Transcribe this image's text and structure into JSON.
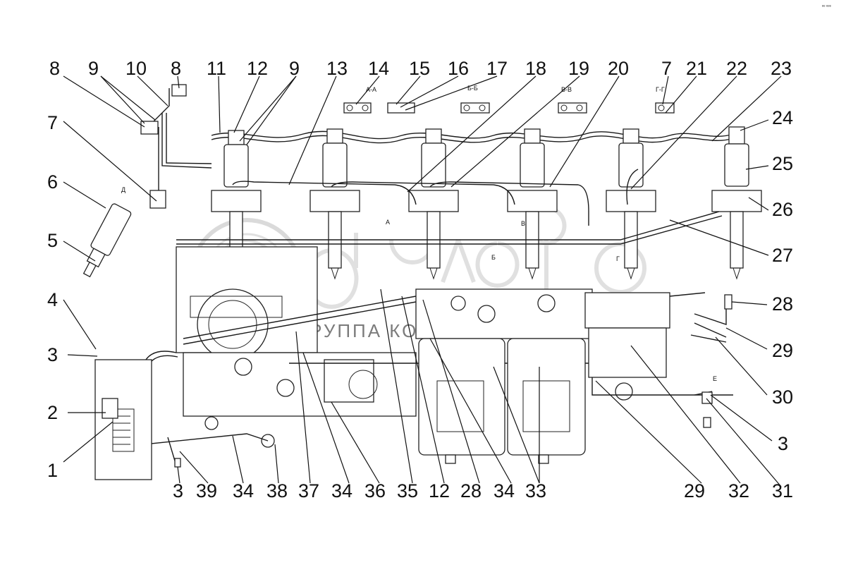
{
  "diagram": {
    "callouts_top": [
      "8",
      "9",
      "10",
      "8",
      "11",
      "12",
      "9",
      "13",
      "14",
      "15",
      "16",
      "17",
      "18",
      "19",
      "20",
      "7",
      "21",
      "22",
      "23"
    ],
    "callouts_left": [
      "7",
      "6",
      "5",
      "4",
      "3",
      "2",
      "1"
    ],
    "callouts_right": [
      "24",
      "25",
      "26",
      "27",
      "28",
      "29",
      "30",
      "3",
      "31"
    ],
    "callouts_bottom": [
      "3",
      "39",
      "34",
      "38",
      "37",
      "34",
      "36",
      "35",
      "12",
      "28",
      "34",
      "33",
      "29",
      "32"
    ],
    "section_labels": [
      "А-А",
      "Б-Б",
      "В-В",
      "Г-Г"
    ],
    "view_letters": [
      "Д",
      "А",
      "Б",
      "В",
      "Г",
      "Е"
    ],
    "watermark": {
      "logo_text": "белагро",
      "tagline": "ГРУППА КОМПАНИЙ"
    }
  }
}
